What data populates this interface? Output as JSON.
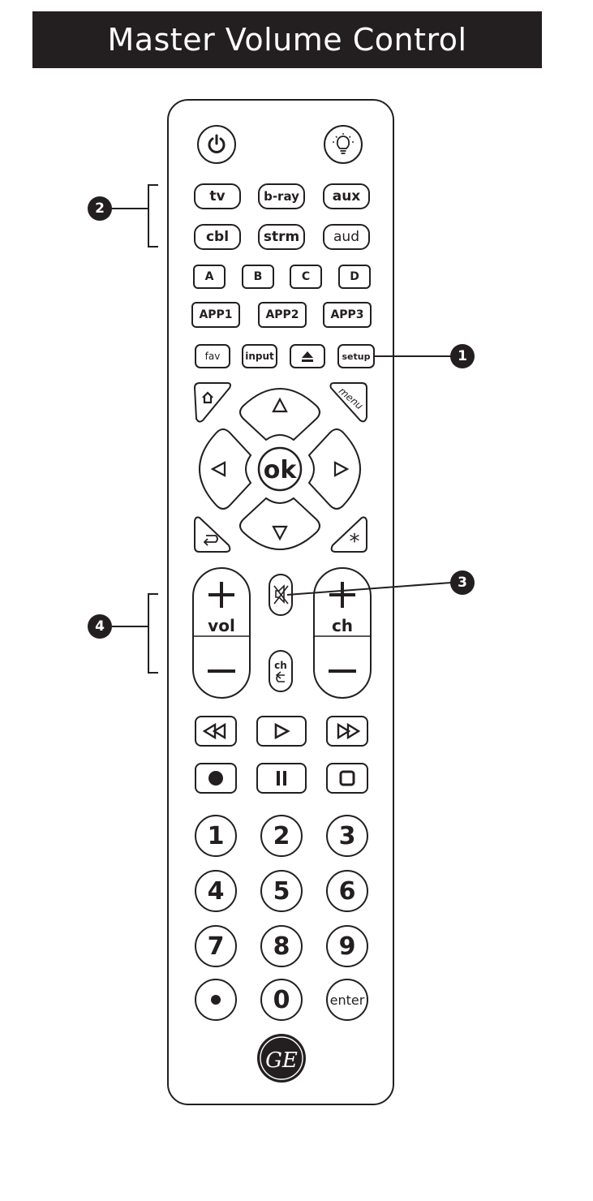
{
  "title": "Master Volume Control",
  "callouts": [
    "1",
    "2",
    "3",
    "4"
  ],
  "remote": {
    "device_row1": [
      "tv",
      "b-ray",
      "aux"
    ],
    "device_row2": [
      "cbl",
      "strm",
      "aud"
    ],
    "letters": [
      "A",
      "B",
      "C",
      "D"
    ],
    "apps": [
      "APP1",
      "APP2",
      "APP3"
    ],
    "utility": [
      "fav",
      "input",
      "setup"
    ],
    "menu": "menu",
    "ok": "ok",
    "vol": "vol",
    "ch": "ch",
    "ch_return": "ch",
    "numbers": [
      "1",
      "2",
      "3",
      "4",
      "5",
      "6",
      "7",
      "8",
      "9"
    ],
    "zero": "0",
    "enter": "enter",
    "brand": "GE"
  },
  "icons": [
    "power-icon",
    "light-bulb-icon",
    "eject-icon",
    "home-icon",
    "back-icon",
    "star-icon",
    "mute-icon",
    "rewind-icon",
    "play-icon",
    "fast-forward-icon",
    "record-icon",
    "pause-icon",
    "stop-icon",
    "ge-logo"
  ]
}
